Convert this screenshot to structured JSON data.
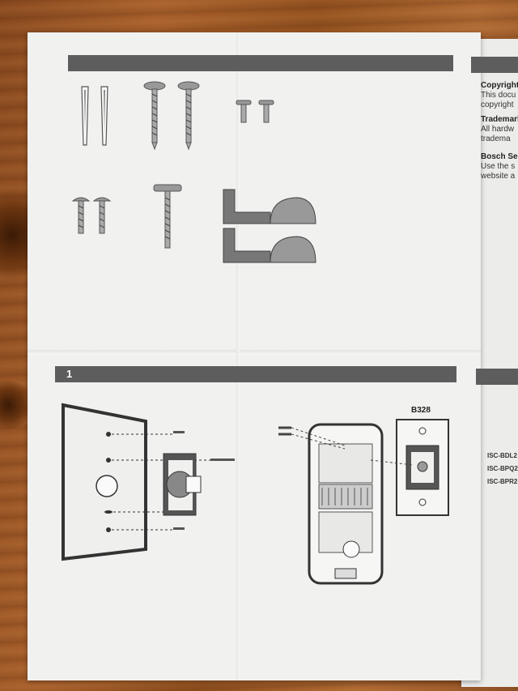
{
  "section": {
    "step_number": "1"
  },
  "device": {
    "label": "B328"
  },
  "right_panel": {
    "headings": [
      "Copyright",
      "Trademarks",
      "Bosch Se"
    ],
    "lines": [
      "This docu",
      "copyright",
      "All hardw",
      "tradema",
      "Use the s",
      "website a"
    ]
  },
  "model_labels": [
    "ISC-BDL2",
    "ISC-BPQ2",
    "ISC-BPR2"
  ],
  "colors": {
    "band": "#5d5d5d",
    "paper": "#f1f1f0",
    "wood": "#a9602b"
  }
}
